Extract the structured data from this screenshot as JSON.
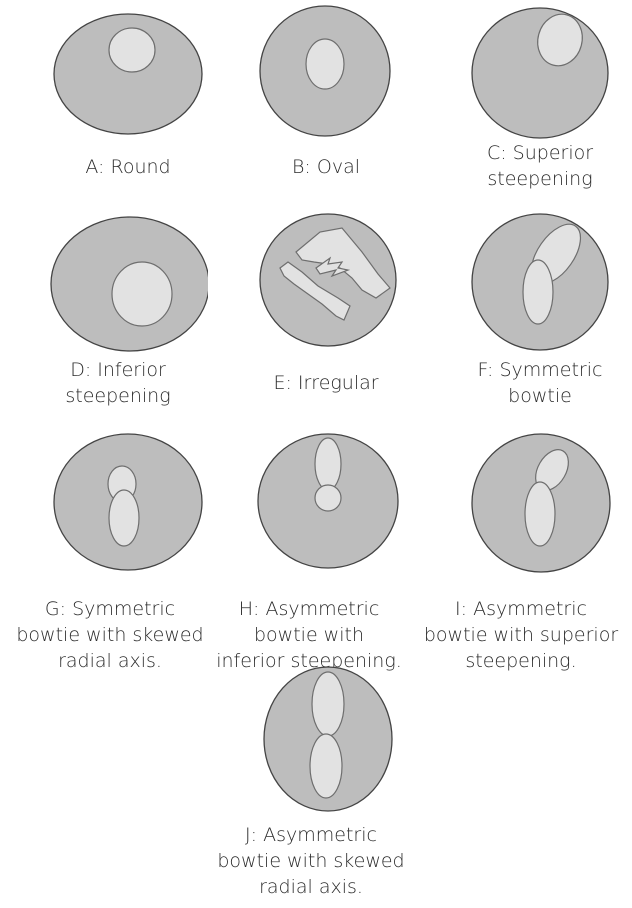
{
  "figure": {
    "panels": [
      {
        "id": "A",
        "caption": "A: Round",
        "pattern": "round"
      },
      {
        "id": "B",
        "caption": "B: Oval",
        "pattern": "oval"
      },
      {
        "id": "C",
        "caption": "C: Superior\nsteepening",
        "pattern": "superior-steepening"
      },
      {
        "id": "D",
        "caption": "D: Inferior\nsteepening",
        "pattern": "inferior-steepening"
      },
      {
        "id": "E",
        "caption": "E: Irregular",
        "pattern": "irregular"
      },
      {
        "id": "F",
        "caption": "F: Symmetric\nbowtie",
        "pattern": "symmetric-bowtie"
      },
      {
        "id": "G",
        "caption": "G: Symmetric\nbowtie with skewed\nradial axis.",
        "pattern": "symmetric-bowtie-skewed"
      },
      {
        "id": "H",
        "caption": "H: Asymmetric\nbowtie with\ninferior steepening.",
        "pattern": "asymmetric-bowtie-inferior"
      },
      {
        "id": "I",
        "caption": "I: Asymmetric\nbowtie with superior\nsteepening.",
        "pattern": "asymmetric-bowtie-superior"
      },
      {
        "id": "J",
        "caption": "J: Asymmetric\nbowtie with skewed\nradial axis.",
        "pattern": "asymmetric-bowtie-skewed"
      }
    ]
  }
}
